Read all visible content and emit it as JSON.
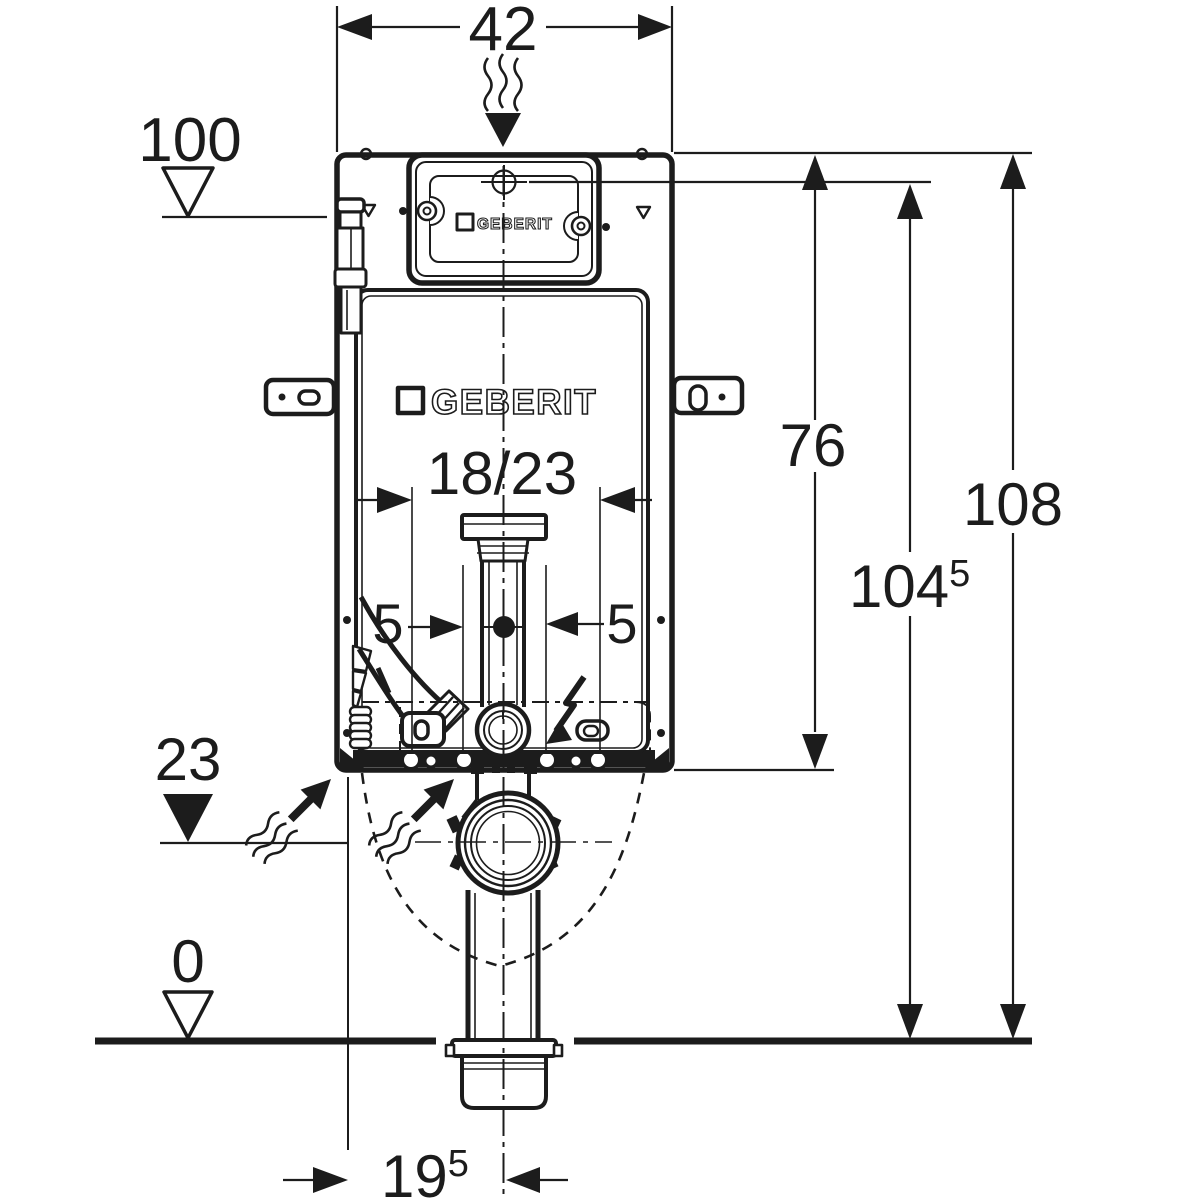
{
  "drawing": {
    "background": "#ffffff",
    "line_color": "#1c1c1c",
    "dimensions": {
      "top_width": "42",
      "outlet_range": "18/23",
      "offset_left": "5",
      "offset_right": "5",
      "frame_height": "76",
      "total_height": "108",
      "height_104": {
        "base": "104",
        "sup": "5"
      },
      "floor_offset": {
        "base": "19",
        "sup": "5"
      }
    },
    "levels": {
      "water_supply": "100",
      "drain": "23",
      "floor": "0"
    },
    "branding": {
      "tank_logo": "GEBERIT",
      "panel_logo": "GEBERIT"
    }
  }
}
